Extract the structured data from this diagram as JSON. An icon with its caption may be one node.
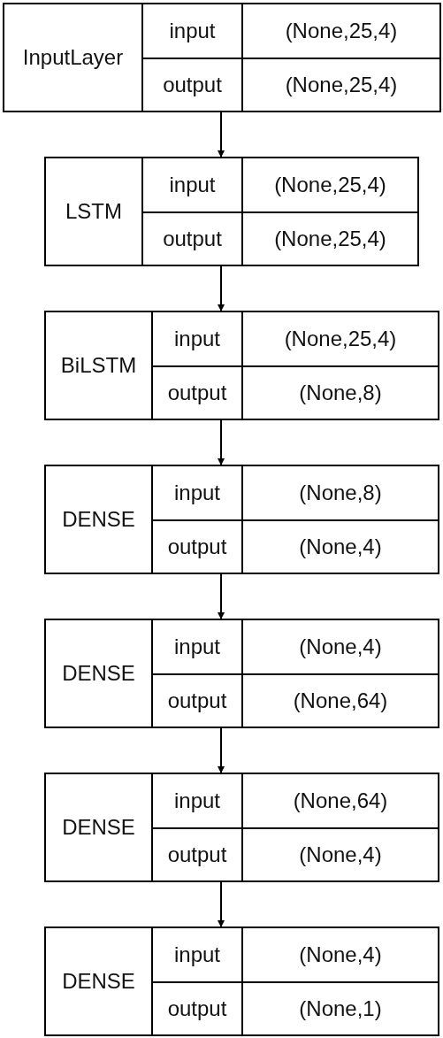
{
  "diagram": {
    "nodes": [
      {
        "text": [
          "InputLayer",
          "input",
          "(None,25,4)",
          "output",
          "(None,25,4)"
        ]
      },
      {
        "text": [
          "LSTM",
          "input",
          "(None,25,4)",
          "output",
          "(None,25,4)"
        ]
      },
      {
        "text": [
          "BiLSTM",
          "input",
          "(None,25,4)",
          "output",
          "(None,8)"
        ]
      },
      {
        "text": [
          "DENSE",
          "input",
          "(None,8)",
          "output",
          "(None,4)"
        ]
      },
      {
        "text": [
          "DENSE",
          "input",
          "(None,4)",
          "output",
          "(None,64)"
        ]
      },
      {
        "text": [
          "DENSE",
          "input",
          "(None,64)",
          "output",
          "(None,4)"
        ]
      },
      {
        "text": [
          "DENSE",
          "input",
          "(None,4)",
          "output",
          "(None,1)"
        ]
      }
    ],
    "edges": [
      {
        "from": 0,
        "to": 1,
        "arrow": "to"
      },
      {
        "from": 1,
        "to": 2,
        "arrow": "to"
      },
      {
        "from": 2,
        "to": 3,
        "arrow": "to"
      },
      {
        "from": 3,
        "to": 4,
        "arrow": "to"
      },
      {
        "from": 4,
        "to": 5,
        "arrow": "to"
      },
      {
        "from": 5,
        "to": 6,
        "arrow": "to"
      }
    ]
  }
}
